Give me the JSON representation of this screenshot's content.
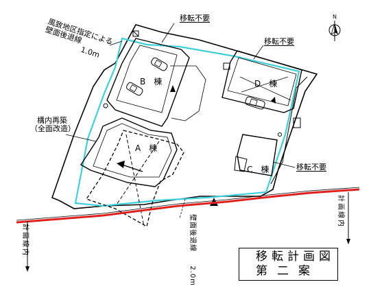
{
  "labels": {
    "scenic_line1": "風致地区指定による",
    "scenic_line2": "壁面後退線",
    "scenic_dist": "1.0m",
    "move_b": "移転不要",
    "move_d": "移転不要",
    "move_c": "移転不要",
    "rebuild_line1": "構内再築",
    "rebuild_line2": "（全面改造）",
    "bldg_a": "A　棟",
    "bldg_b": "B　棟",
    "bldg_c": "C　棟",
    "bldg_d": "D　棟",
    "plan_line_left": "計画線内",
    "plan_line_right": "計画線内",
    "setback_line": "壁面後退線",
    "setback_dist": "2.0m",
    "north": "N"
  },
  "title_box": {
    "line1": "移転計画図",
    "line2": "第二案"
  },
  "colors": {
    "road_plan_line": "#e0201c",
    "setback_line": "#3ecfd8",
    "ink": "#000000"
  }
}
